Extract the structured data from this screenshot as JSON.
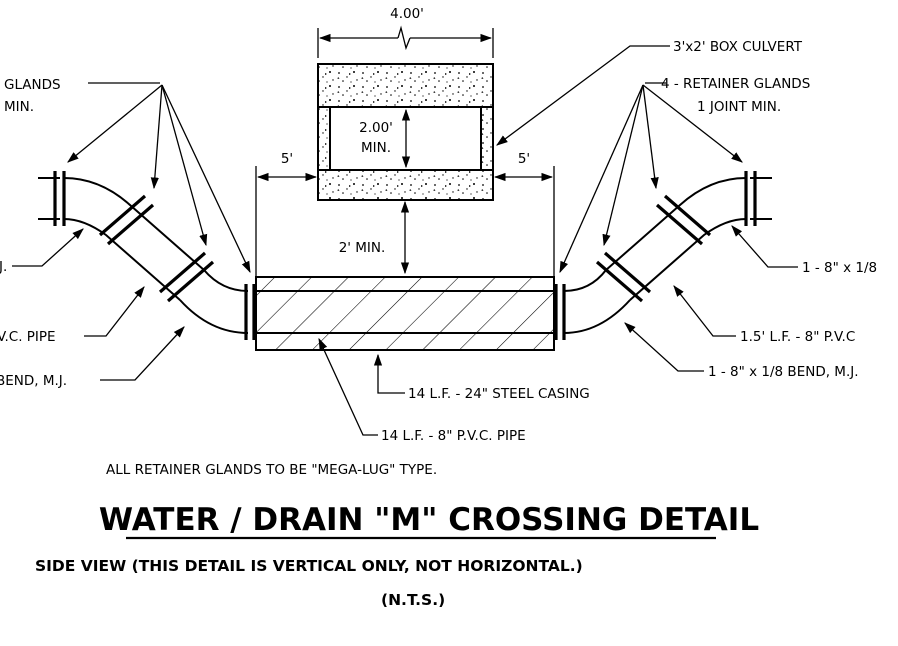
{
  "dimensions": {
    "culvert_width": "4.00'",
    "culvert_height": "2.00'",
    "culvert_height_note": "MIN.",
    "left_clearance": "5'",
    "right_clearance": "5'",
    "vertical_clearance": "2' MIN."
  },
  "callouts": {
    "top_left_glands_1": "GLANDS",
    "top_left_glands_2": "MIN.",
    "box_culvert": "3'x2' BOX CULVERT",
    "retainer_glands_1": "4 - RETAINER GLANDS",
    "retainer_glands_2": "1 JOINT MIN.",
    "left_bend_mj": "J.",
    "left_pvc_pipe": "V.C. PIPE",
    "left_bend_lower": "BEND, M.J.",
    "right_bend_upper": "1 - 8\" x 1/8",
    "right_pvc": "1.5' L.F. - 8\" P.V.C",
    "right_bend_lower": "1 - 8\" x 1/8 BEND, M.J.",
    "steel_casing": "14 L.F. - 24\" STEEL CASING",
    "pvc_pipe": "14 L.F. - 8\" P.V.C. PIPE"
  },
  "notes": {
    "retainer_note": "ALL RETAINER GLANDS TO BE \"MEGA-LUG\" TYPE."
  },
  "title": {
    "main": "WATER / DRAIN \"M\" CROSSING DETAIL",
    "subtitle": "SIDE VIEW  (THIS DETAIL IS VERTICAL ONLY, NOT HORIZONTAL.)",
    "scale": "(N.T.S.)"
  }
}
